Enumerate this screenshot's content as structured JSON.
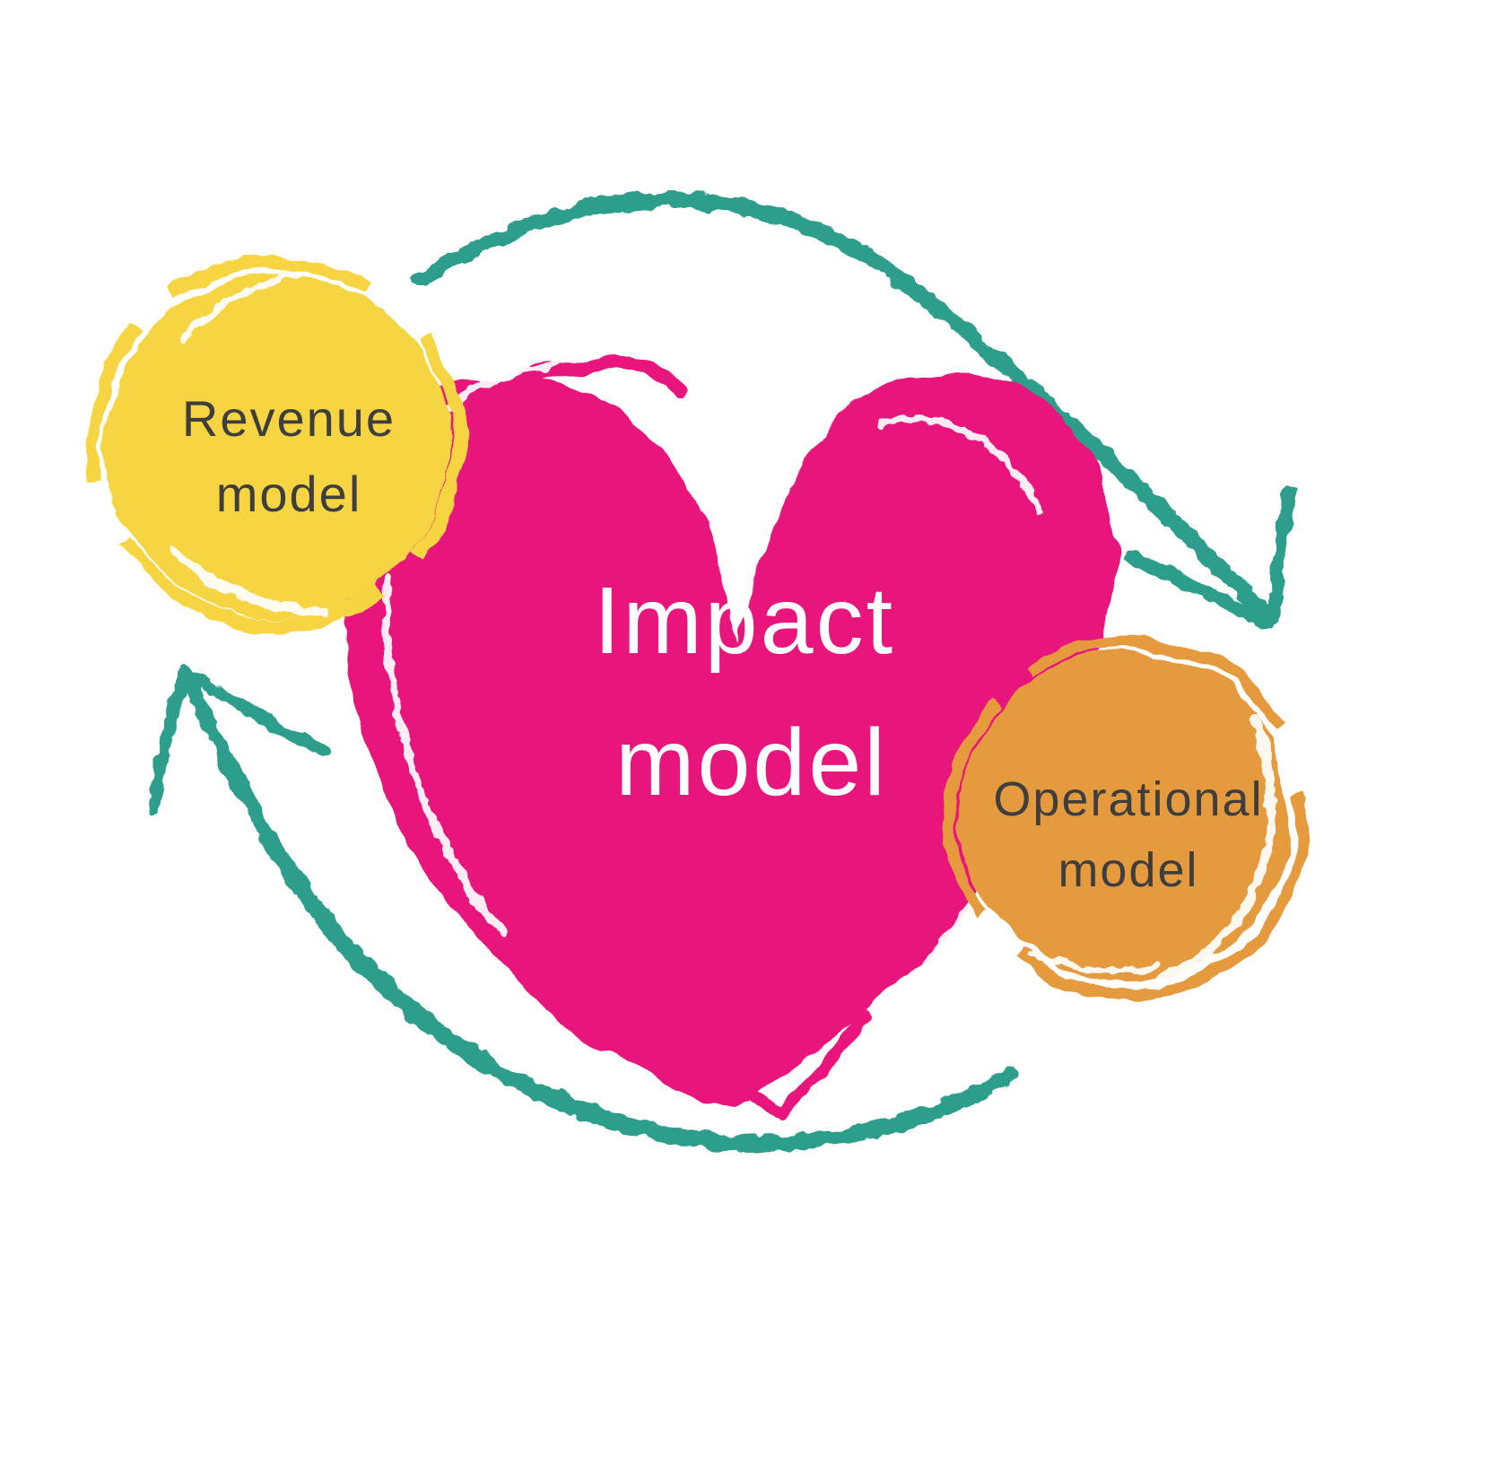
{
  "diagram_title": "Impact model cycle diagram",
  "colors": {
    "background": "#FFFFFF",
    "pink": "#E8187B",
    "yellow": "#F6D442",
    "orange": "#E59B3D",
    "teal": "#2F9E8C",
    "dark_text": "#3E3E3E",
    "white": "#FFFFFF"
  },
  "nodes": {
    "impact": {
      "shape": "brush-heart",
      "lines": [
        "Impact",
        "model"
      ]
    },
    "revenue": {
      "shape": "brush-circle",
      "lines": [
        "Revenue",
        "model"
      ]
    },
    "operational": {
      "shape": "brush-circle",
      "lines": [
        "Operational",
        "model"
      ]
    }
  },
  "arrows": {
    "top": {
      "style": "hand-drawn brush arc",
      "points_to": "operational"
    },
    "bottom": {
      "style": "hand-drawn brush arc",
      "points_to": "revenue"
    }
  }
}
